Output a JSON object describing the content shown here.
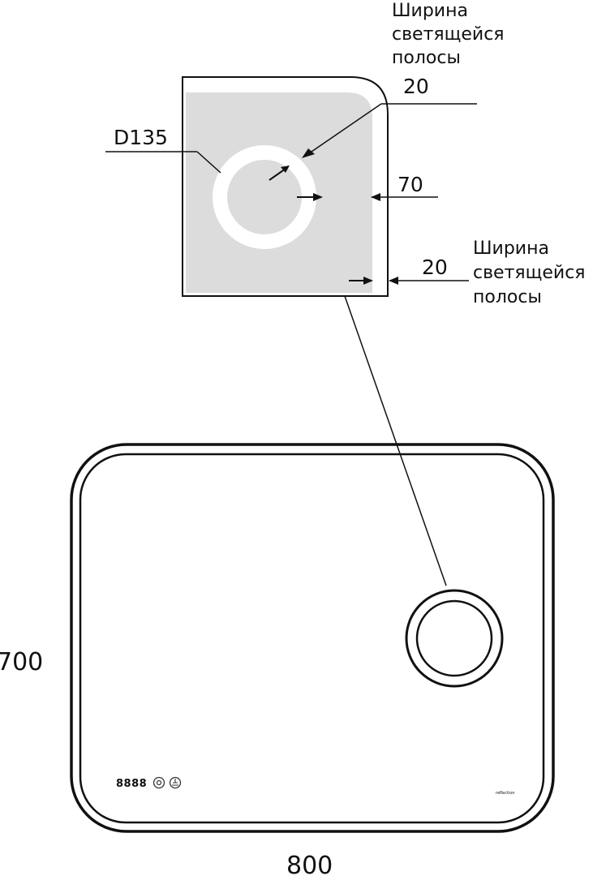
{
  "labels": {
    "strip_width_top": [
      "Ширина",
      "светящейся",
      "полосы"
    ],
    "strip_width_top_value": "20",
    "circle_diameter": "D135",
    "circle_offset": "70",
    "strip_width_side": [
      "Ширина",
      "светящейся",
      "полосы"
    ],
    "strip_width_side_value": "20",
    "height": "700",
    "width": "800",
    "brand": "reflection"
  },
  "control_panel": {
    "display": "8888",
    "power_icon": "power-icon",
    "defog_icon": "defog-icon"
  },
  "colors": {
    "line": "#111111",
    "glass_fill": "#dcdcdc",
    "light_strip": "#ffffff"
  }
}
